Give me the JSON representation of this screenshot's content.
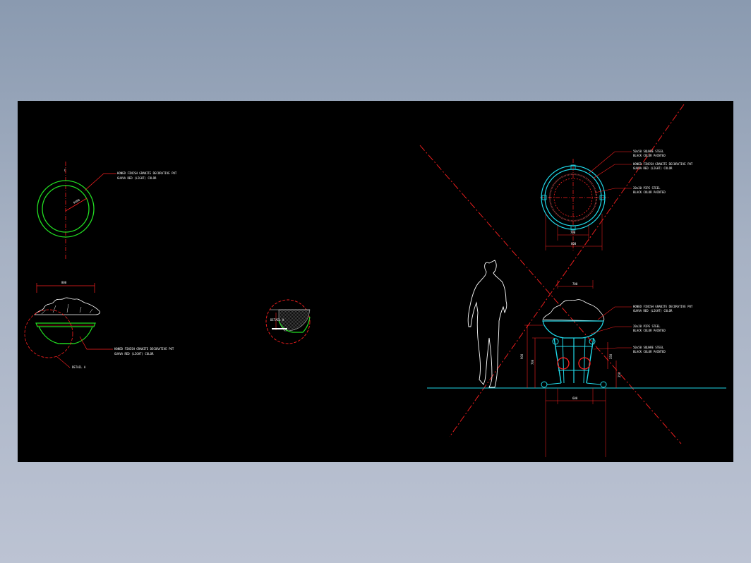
{
  "drawing": {
    "background": "#000000",
    "colors": {
      "green": "#22dd22",
      "red": "#ff2020",
      "cyan": "#20d8e8",
      "white": "#ffffff",
      "gray_hatch": "#808080"
    },
    "plan_view": {
      "note_line1": "HONED FINISH GRANITE DECORATIVE POT",
      "note_line2": "GUAVA RED (LIGHT) COLOR",
      "radius_label": "R400"
    },
    "elevation_view": {
      "width_dim": "800",
      "note_line1": "HONED FINISH GRANITE DECORATIVE POT",
      "note_line2": "GUAVA RED (LIGHT) COLOR",
      "detail_tag": "DETAIL A"
    },
    "detail_view": {
      "label": "DETAIL A"
    },
    "stand_plan": {
      "note1_line1": "50x50 SQUARE STEEL",
      "note1_line2": "BLACK COLOR PAINTED",
      "note2_line1": "HONED FINISH GRANITE DECORATIVE POT",
      "note2_line2": "GUAVA RED (LIGHT) COLOR",
      "note3_line1": "20x20 PIPE STEEL",
      "note3_line2": "BLACK COLOR PAINTED",
      "dim_inner": "700",
      "dim_outer": "800"
    },
    "stand_elevation": {
      "dim_top": "700",
      "note1_line1": "HONED FINISH GRANITE DECORATIVE POT",
      "note1_line2": "GUAVA RED (LIGHT) COLOR",
      "note2_line1": "20x20 PIPE STEEL",
      "note2_line2": "BLACK COLOR PAINTED",
      "note3_line1": "50x50 SQUARE STEEL",
      "note3_line2": "BLACK COLOR PAINTED",
      "dim_height_total": "900",
      "dim_height_stand": "700",
      "dim_height_base": "250",
      "dim_height_right": "350",
      "dim_bottom": "600"
    }
  }
}
